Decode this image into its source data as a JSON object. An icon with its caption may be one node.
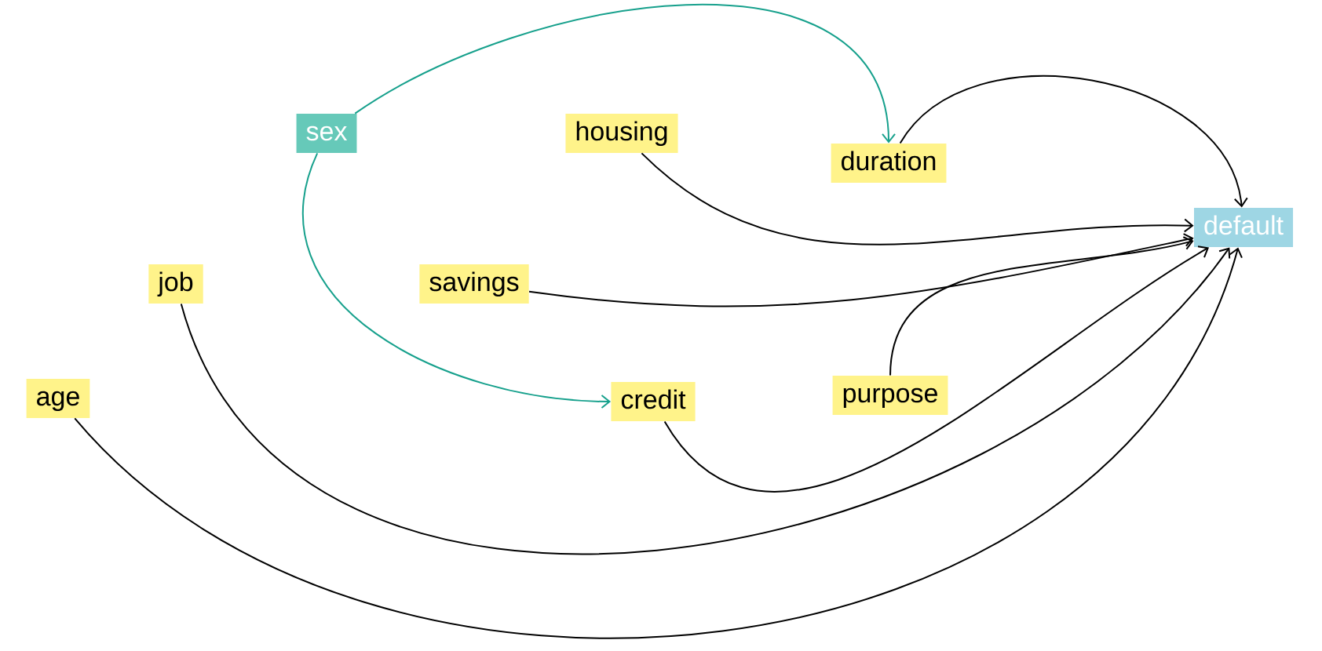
{
  "diagram": {
    "nodes": [
      {
        "text": [
          "sex"
        ]
      },
      {
        "text": [
          "housing"
        ]
      },
      {
        "text": [
          "duration"
        ]
      },
      {
        "text": [
          "default"
        ]
      },
      {
        "text": [
          "job"
        ]
      },
      {
        "text": [
          "savings"
        ]
      },
      {
        "text": [
          "age"
        ]
      },
      {
        "text": [
          "credit"
        ]
      },
      {
        "text": [
          "purpose"
        ]
      }
    ],
    "edges": [
      {
        "from": 0,
        "to": 2,
        "arrow": "to",
        "color": "#16a08c"
      },
      {
        "from": 0,
        "to": 7,
        "arrow": "to",
        "color": "#16a08c"
      },
      {
        "from": 2,
        "to": 3,
        "arrow": "to"
      },
      {
        "from": 1,
        "to": 3,
        "arrow": "to"
      },
      {
        "from": 5,
        "to": 3,
        "arrow": "to"
      },
      {
        "from": 8,
        "to": 3,
        "arrow": "to"
      },
      {
        "from": 7,
        "to": 3,
        "arrow": "to"
      },
      {
        "from": 4,
        "to": 3,
        "arrow": "to"
      },
      {
        "from": 6,
        "to": 3,
        "arrow": "to"
      }
    ]
  }
}
